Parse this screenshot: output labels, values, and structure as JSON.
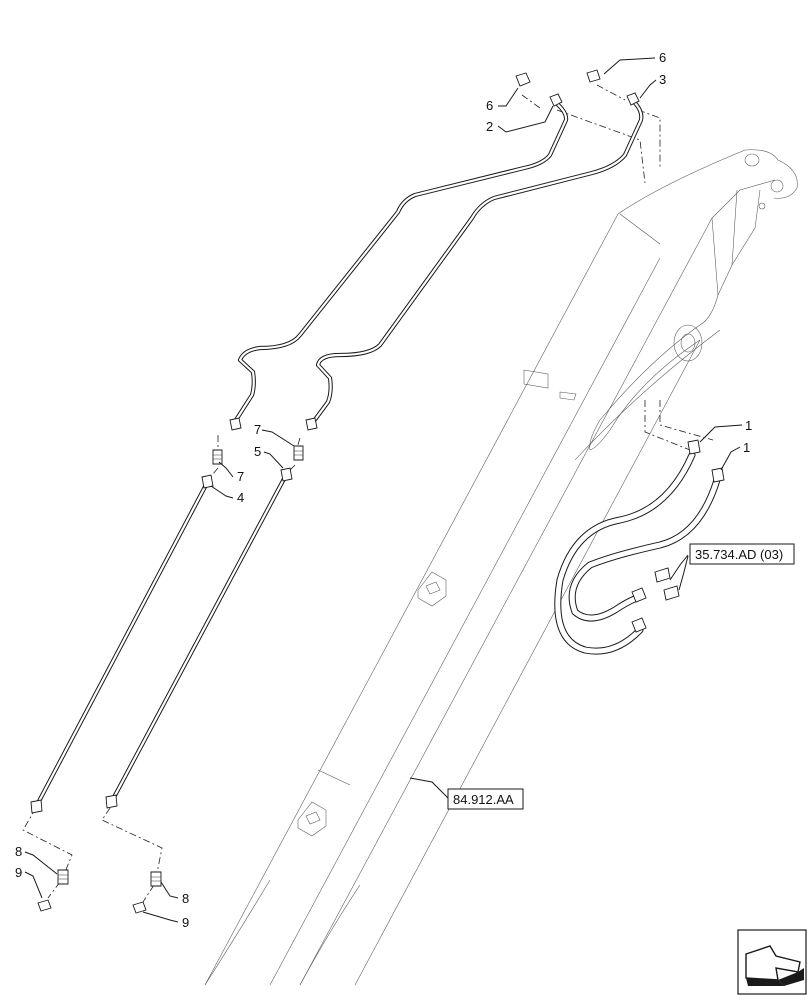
{
  "callouts": {
    "c6a": "6",
    "c3": "3",
    "c6b": "6",
    "c2": "2",
    "c1a": "1",
    "c1b": "1",
    "c7a": "7",
    "c7b": "7",
    "c5": "5",
    "c4": "4",
    "c8a": "8",
    "c9a": "9",
    "c8b": "8",
    "c9b": "9"
  },
  "references": {
    "ref_ad": "35.734.AD (03)",
    "ref_aa": "84.912.AA"
  },
  "icons": {
    "nav": "prev-page-arrow-icon"
  }
}
